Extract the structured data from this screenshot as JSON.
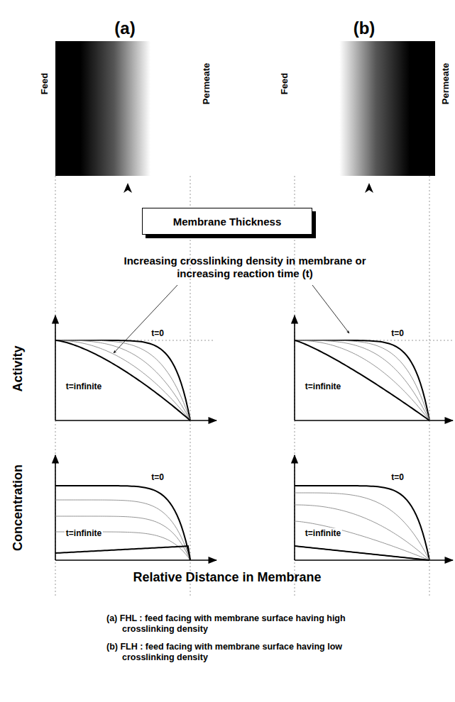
{
  "diagram": {
    "nodes": [
      {
        "text": [
          "Membrane Thickness"
        ]
      }
    ],
    "labels": [
      "(a)",
      "(b)",
      "Feed",
      "Permeate",
      "Feed",
      "Permeate",
      "Increasing crosslinking density in membrane or increasing reaction time (t)",
      "Activity",
      "t=0",
      "t=infinite",
      "t=0",
      "t=infinite",
      "Concentration",
      "t=0",
      "t=infinite",
      "t=0",
      "t=infinite",
      "Relative Distance in Membrane",
      "(a) FHL : feed facing with membrane surface having high crosslinking density",
      "(b) FLH : feed facing with membrane surface having low crosslinking density"
    ]
  }
}
